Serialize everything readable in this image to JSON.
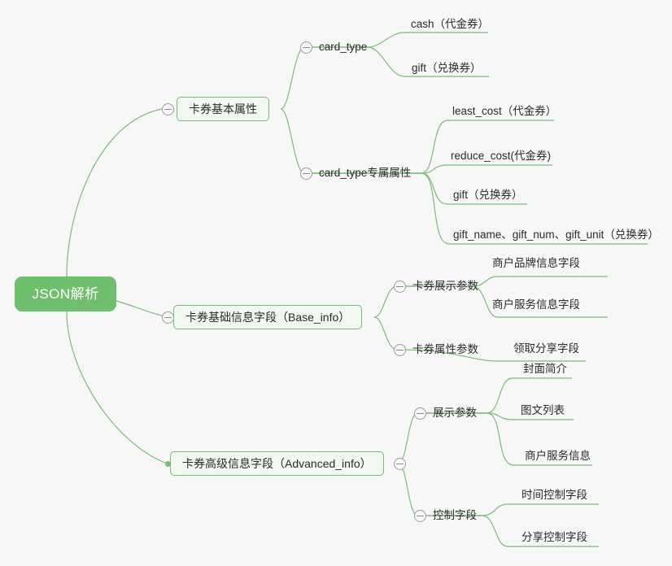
{
  "theme": {
    "background": "#f7f7f7",
    "root_fill": "#6fbf6c",
    "root_text": "#ffffff",
    "branch_stroke": "#7cbd79",
    "box_fill": "#f1f8f0",
    "box_border": "#77bd74",
    "text_color": "#2b2b2b",
    "toggle_stroke": "#9e9e9e"
  },
  "icons": {
    "collapse": "minus-circle-icon",
    "endpoint": "connection-dot-icon"
  },
  "mindmap": {
    "root": {
      "label": "JSON解析"
    },
    "branches": [
      {
        "label": "卡券基本属性",
        "children": [
          {
            "label": "card_type",
            "children": [
              {
                "label": "cash（代金券）"
              },
              {
                "label": "gift（兑换券）"
              }
            ]
          },
          {
            "label": "card_type专属属性",
            "children": [
              {
                "label": "least_cost（代金券）"
              },
              {
                "label": "reduce_cost(代金券)"
              },
              {
                "label": "gift（兑换券）"
              },
              {
                "label": "gift_name、gift_num、gift_unit（兑换券）"
              }
            ]
          }
        ]
      },
      {
        "label": "卡券基础信息字段（Base_info）",
        "children": [
          {
            "label": "卡券展示参数",
            "children": [
              {
                "label": "商户品牌信息字段"
              },
              {
                "label": "商户服务信息字段"
              }
            ]
          },
          {
            "label": "卡券属性参数",
            "children": [
              {
                "label": "领取分享字段"
              }
            ]
          }
        ]
      },
      {
        "label": "卡券高级信息字段（Advanced_info）",
        "children": [
          {
            "label": "展示参数",
            "children": [
              {
                "label": "封面简介"
              },
              {
                "label": "图文列表"
              },
              {
                "label": "商户服务信息"
              }
            ]
          },
          {
            "label": "控制字段",
            "children": [
              {
                "label": "时间控制字段"
              },
              {
                "label": "分享控制字段"
              }
            ]
          }
        ]
      }
    ]
  }
}
